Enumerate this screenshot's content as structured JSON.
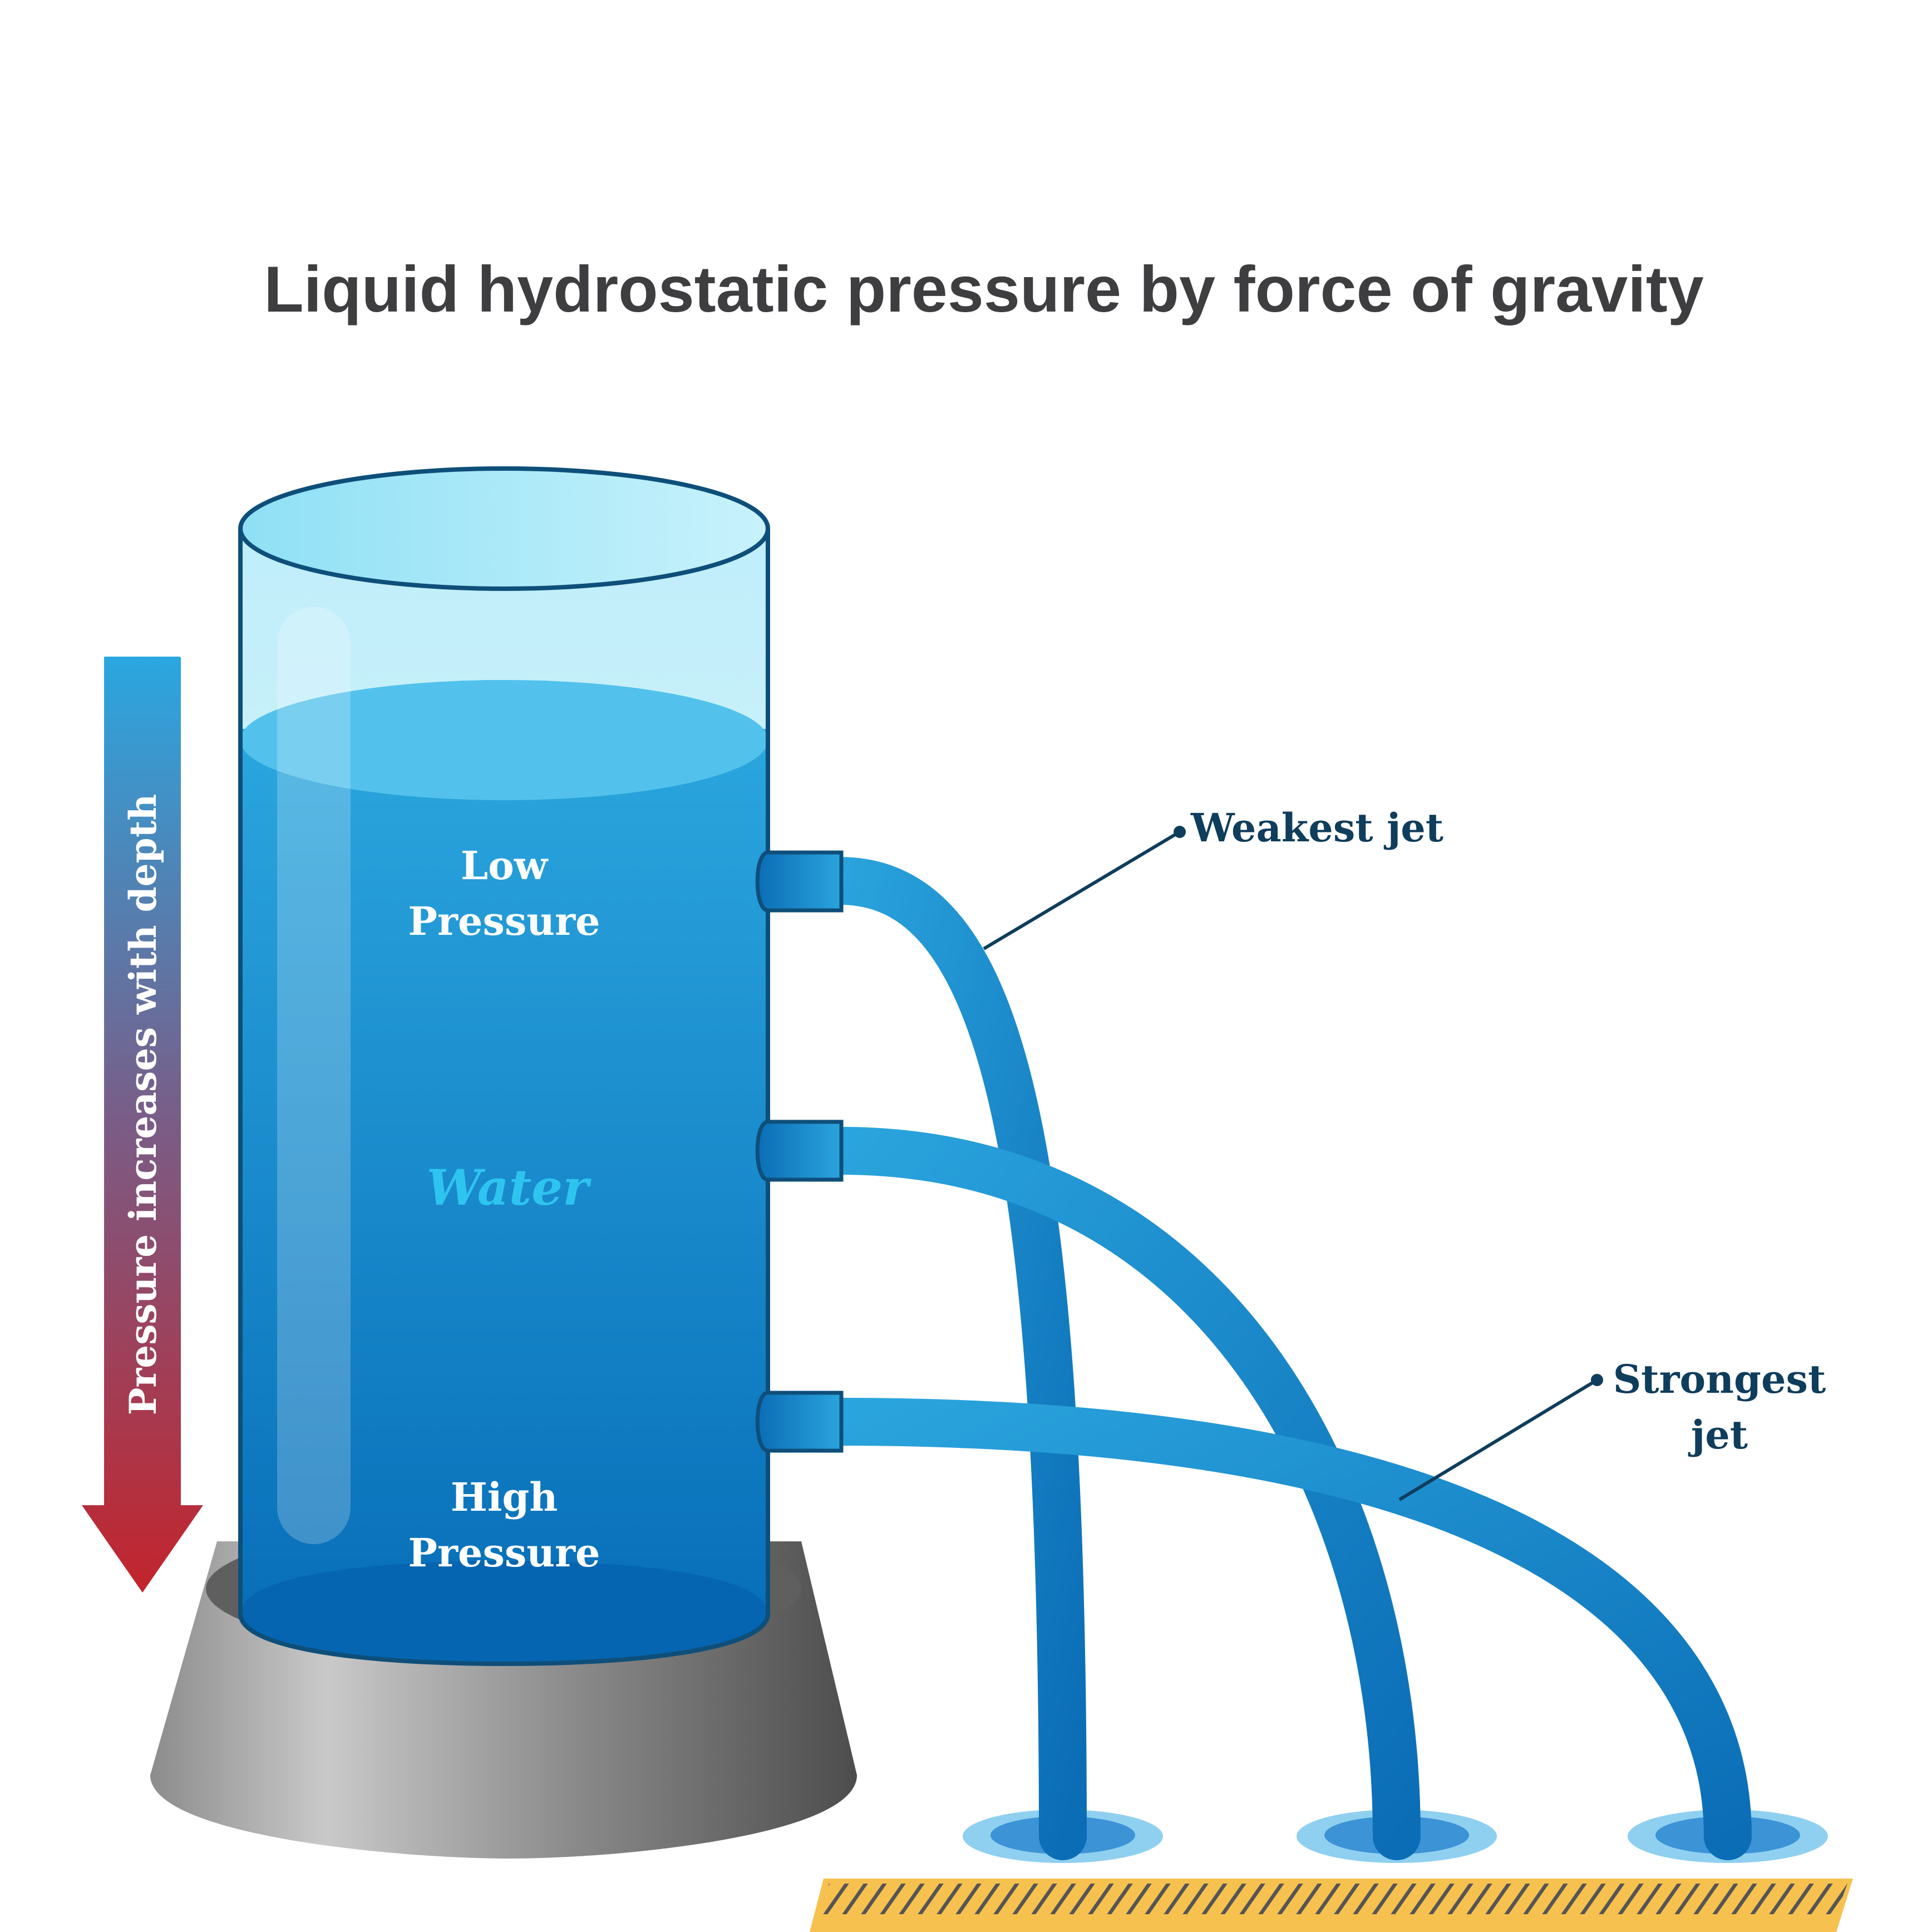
{
  "title": "Liquid hydrostatic pressure by force of gravity",
  "tank": {
    "low_label_line1": "Low",
    "low_label_line2": "Pressure",
    "water_label": "Water",
    "high_label_line1": "High",
    "high_label_line2": "Pressure"
  },
  "depth_arrow": {
    "text": "Pressure increases with depth"
  },
  "callouts": {
    "weakest": "Weakest jet",
    "strongest_line1": "Strongest",
    "strongest_line2": "jet"
  },
  "colors": {
    "title": "#3e3e40",
    "water_light": "#2aa4dd",
    "water_dark": "#0b6db6",
    "water_surface": "#52c2ec",
    "water_label": "#2ec4f0",
    "outline": "#0e4f7a",
    "callout_text": "#0f3d5c",
    "arrow_top": "#2aa7e0",
    "arrow_bottom": "#c3242c",
    "ground_stripe": "#f6c14f"
  }
}
